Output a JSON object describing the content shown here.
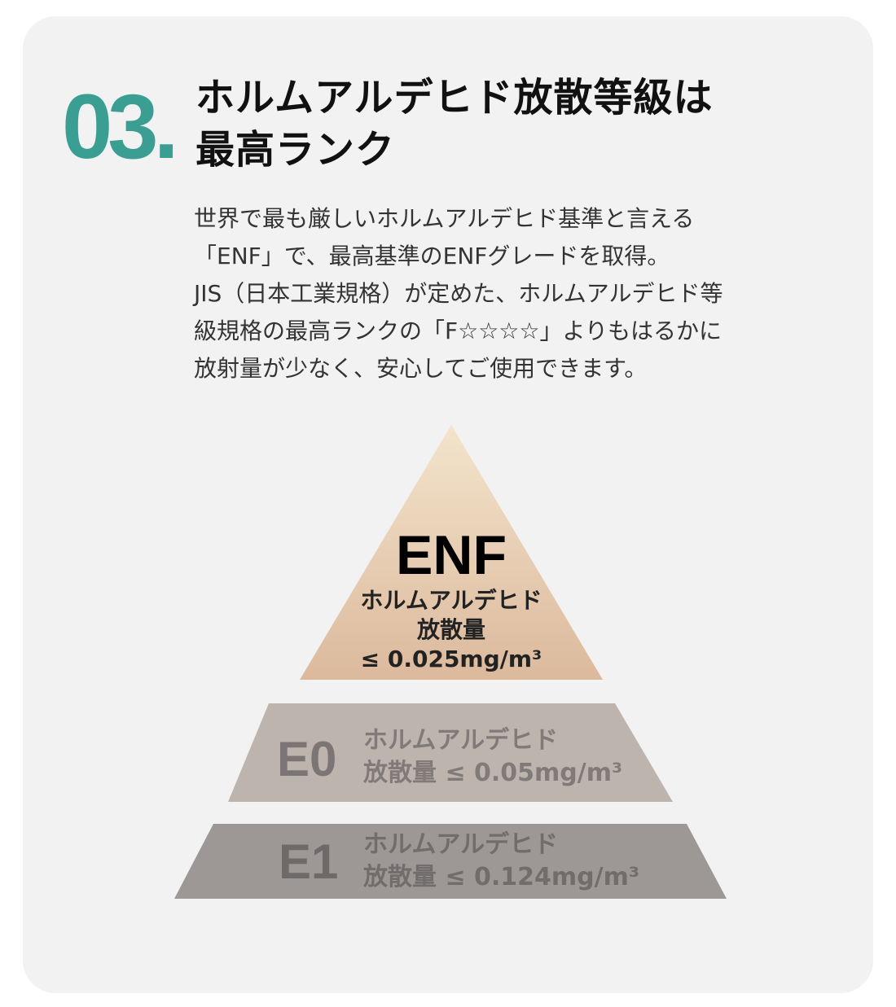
{
  "section_number": "03.",
  "heading": [
    "ホルムアルデヒド放散等級は",
    "最高ランク"
  ],
  "body_lines": [
    "世界で最も厳しいホルムアルデヒド基準と言える",
    "「ENF」で、最高基準のENFグレードを取得。",
    "JIS（日本工業規格）が定めた、ホルムアルデヒド等",
    "級規格の最高ランクの「F☆☆☆☆」よりもはるかに",
    "放射量が少なく、安心してご使用できます。"
  ],
  "pyramid": {
    "enf": {
      "grade": "ENF",
      "line1": "ホルムアルデヒド",
      "line2": "放散量",
      "line3": "≤ 0.025mg/m³",
      "color": "#e2c2a2"
    },
    "e0": {
      "grade": "E0",
      "line1": "ホルムアルデヒド",
      "line2": "放散量 ≤ 0.05mg/m³",
      "color": "#bcb4ac"
    },
    "e1": {
      "grade": "E1",
      "line1": "ホルムアルデヒド",
      "line2": "放散量 ≤ 0.124mg/m³",
      "color": "#9c9795"
    }
  }
}
